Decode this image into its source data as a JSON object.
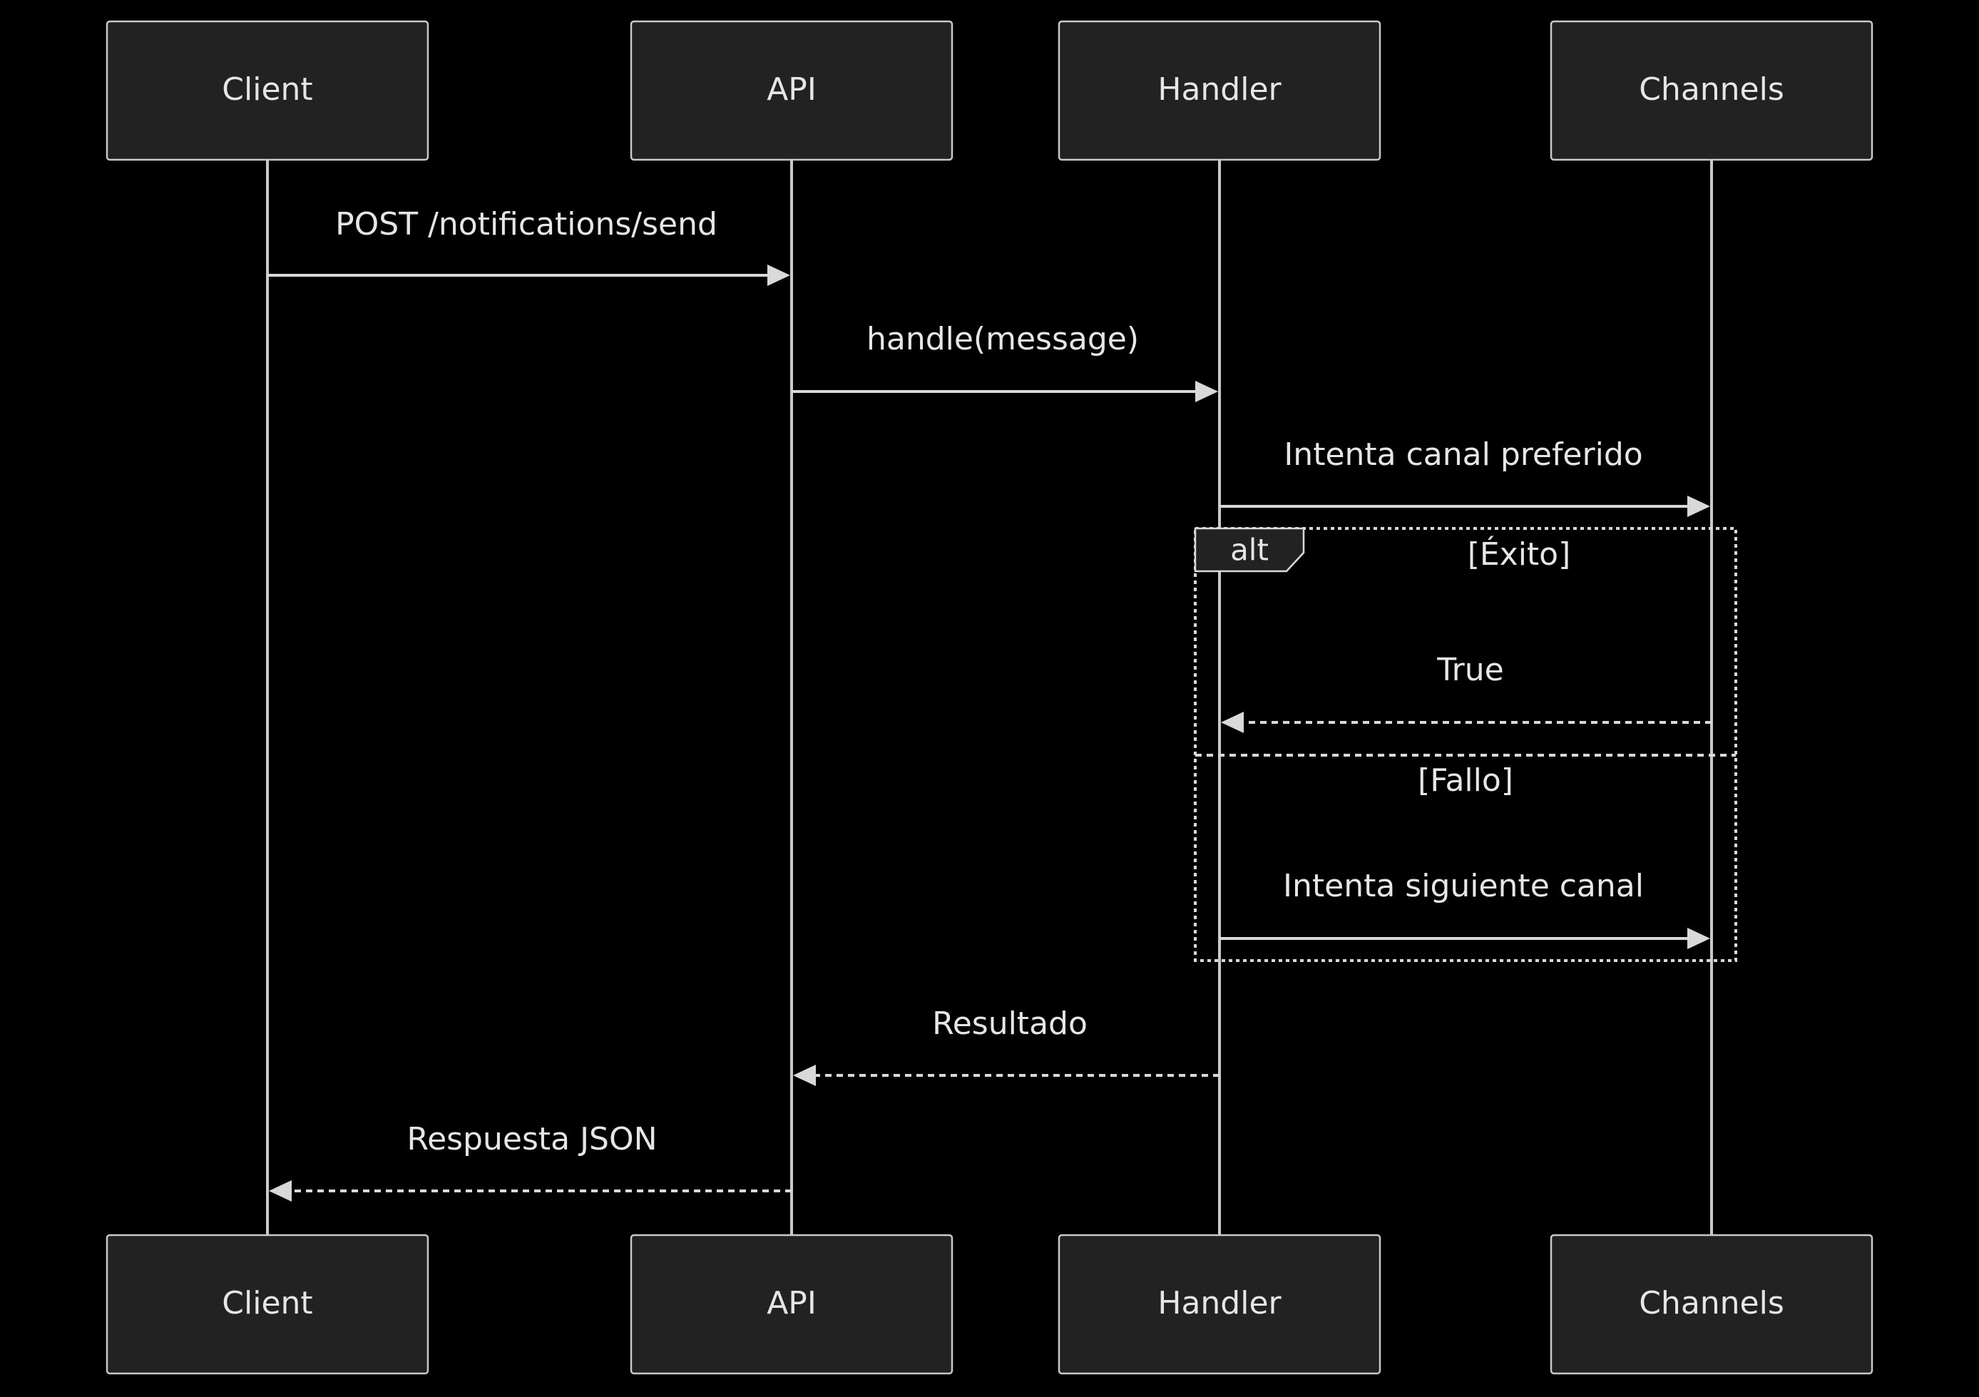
{
  "actors": [
    {
      "id": "client",
      "label": "Client"
    },
    {
      "id": "api",
      "label": "API"
    },
    {
      "id": "handler",
      "label": "Handler"
    },
    {
      "id": "channels",
      "label": "Channels"
    }
  ],
  "messages": [
    {
      "from": "client",
      "to": "api",
      "label": "POST /notifications/send",
      "style": "solid"
    },
    {
      "from": "api",
      "to": "handler",
      "label": "handle(message)",
      "style": "solid"
    },
    {
      "from": "handler",
      "to": "channels",
      "label": "Intenta canal preferido",
      "style": "solid"
    },
    {
      "from": "channels",
      "to": "handler",
      "label": "True",
      "style": "dashed"
    },
    {
      "from": "handler",
      "to": "channels",
      "label": "Intenta siguiente canal",
      "style": "solid"
    },
    {
      "from": "handler",
      "to": "api",
      "label": "Resultado",
      "style": "dashed"
    },
    {
      "from": "api",
      "to": "client",
      "label": "Respuesta JSON",
      "style": "dashed"
    }
  ],
  "alt_block": {
    "tag": "alt",
    "sections": [
      {
        "guard": "[Éxito]"
      },
      {
        "guard": "[Fallo]"
      }
    ]
  },
  "colors": {
    "background": "#000000",
    "actor_fill": "#222222",
    "line": "#d9d9d9",
    "text": "#e6e6e6"
  }
}
